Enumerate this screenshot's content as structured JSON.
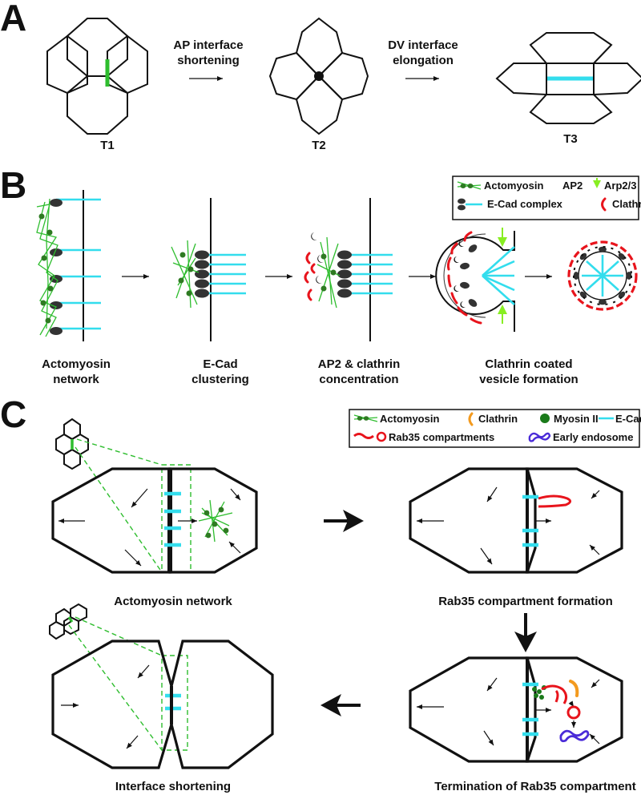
{
  "panels": {
    "a": "A",
    "b": "B",
    "c": "C"
  },
  "panel_a": {
    "labels": [
      "T1",
      "T2",
      "T3"
    ],
    "step1": [
      "AP interface",
      "shortening"
    ],
    "step2": [
      "DV interface",
      "elongation"
    ]
  },
  "panel_b": {
    "legend": {
      "actomyosin": "Actomyosin",
      "ap2": "AP2",
      "arp23": "Arp2/3",
      "ecad_complex": "E-Cad complex",
      "clathrin": "Clathrin"
    },
    "stages": [
      [
        "Actomyosin",
        "network"
      ],
      [
        "E-Cad",
        "clustering"
      ],
      [
        "AP2 & clathrin",
        "concentration"
      ],
      [
        "Clathrin coated",
        "vesicle formation"
      ]
    ]
  },
  "panel_c": {
    "legend": {
      "actomyosin": "Actomyosin",
      "clathrin": "Clathrin",
      "myosin": "Myosin II",
      "ecad": "E-Cad",
      "rab35": "Rab35 compartments",
      "endosome": "Early endosome"
    },
    "captions": {
      "tl": "Actomyosin network",
      "tr": "Rab35 compartment formation",
      "bl": "Interface shortening",
      "br": "Termination of Rab35 compartment"
    }
  },
  "colors": {
    "green": "#2ebd2e",
    "cyan": "#33dded",
    "red": "#e8141c",
    "orange": "#f39a1e",
    "blue": "#4a2bd8",
    "dark": "#333333"
  }
}
